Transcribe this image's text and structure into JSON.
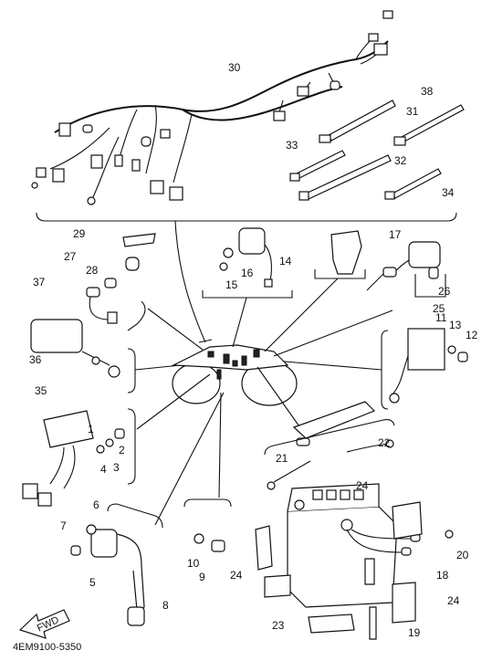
{
  "diagram": {
    "part_number": "4EM9100-5350",
    "fwd_label": "FWD",
    "callouts": [
      "1",
      "2",
      "3",
      "4",
      "5",
      "6",
      "7",
      "8",
      "9",
      "10",
      "11",
      "12",
      "13",
      "14",
      "15",
      "16",
      "17",
      "18",
      "19",
      "20",
      "21",
      "22",
      "23",
      "24",
      "24",
      "24",
      "25",
      "26",
      "27",
      "28",
      "29",
      "30",
      "31",
      "32",
      "33",
      "34",
      "35",
      "36",
      "37",
      "38"
    ]
  }
}
